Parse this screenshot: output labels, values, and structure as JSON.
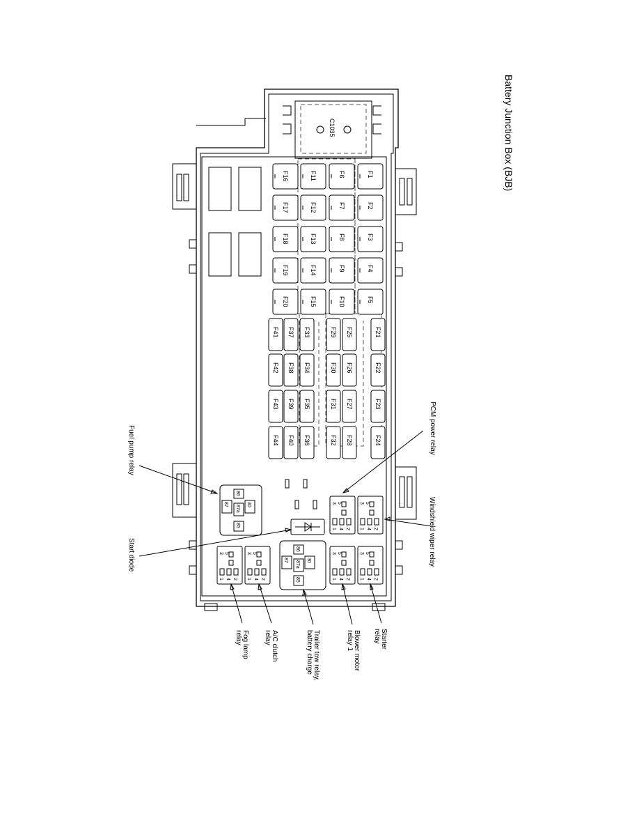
{
  "title": "Battery Junction Box (BJB)",
  "connector": "C1035",
  "fuses": {
    "row1": [
      "F1",
      "F2",
      "F3",
      "F4",
      "F5"
    ],
    "row2": [
      "F6",
      "F7",
      "F8",
      "F9",
      "F10"
    ],
    "row3": [
      "F11",
      "F12",
      "F13",
      "F14",
      "F15"
    ],
    "row4": [
      "F16",
      "F17",
      "F18",
      "F19",
      "F20"
    ],
    "col1": [
      "F21",
      "F22",
      "F23",
      "F24"
    ],
    "col2": [
      "F25",
      "F26",
      "F27",
      "F28"
    ],
    "col3": [
      "F29",
      "F30",
      "F31",
      "F32"
    ],
    "col4": [
      "F33",
      "F34",
      "F35",
      "F36"
    ],
    "col5": [
      "F37",
      "F38",
      "F39",
      "F40"
    ],
    "col6": [
      "F41",
      "F42",
      "F43",
      "F44"
    ]
  },
  "relay_labels": {
    "pcm_power": "PCM power relay",
    "windshield_wiper": "Windshield wiper relay",
    "fuel_pump": "Fuel pump relay",
    "start_diode": "Start diode",
    "starter": [
      "Starter",
      "relay"
    ],
    "blower_motor": [
      "Blower motor",
      "relay 1"
    ],
    "trailer_tow": [
      "Trailer tow relay,",
      "battery charge"
    ],
    "ac_clutch": [
      "A/C clutch",
      "relay"
    ],
    "fog_lamp": [
      "Fog lamp",
      "relay"
    ]
  },
  "relay_pins": {
    "p3": "3",
    "p5": "5",
    "p1": "1",
    "p4": "4",
    "p2": "2",
    "p86": "86",
    "p87a": "87a",
    "p30": "30",
    "p87": "87",
    "p85": "85"
  }
}
